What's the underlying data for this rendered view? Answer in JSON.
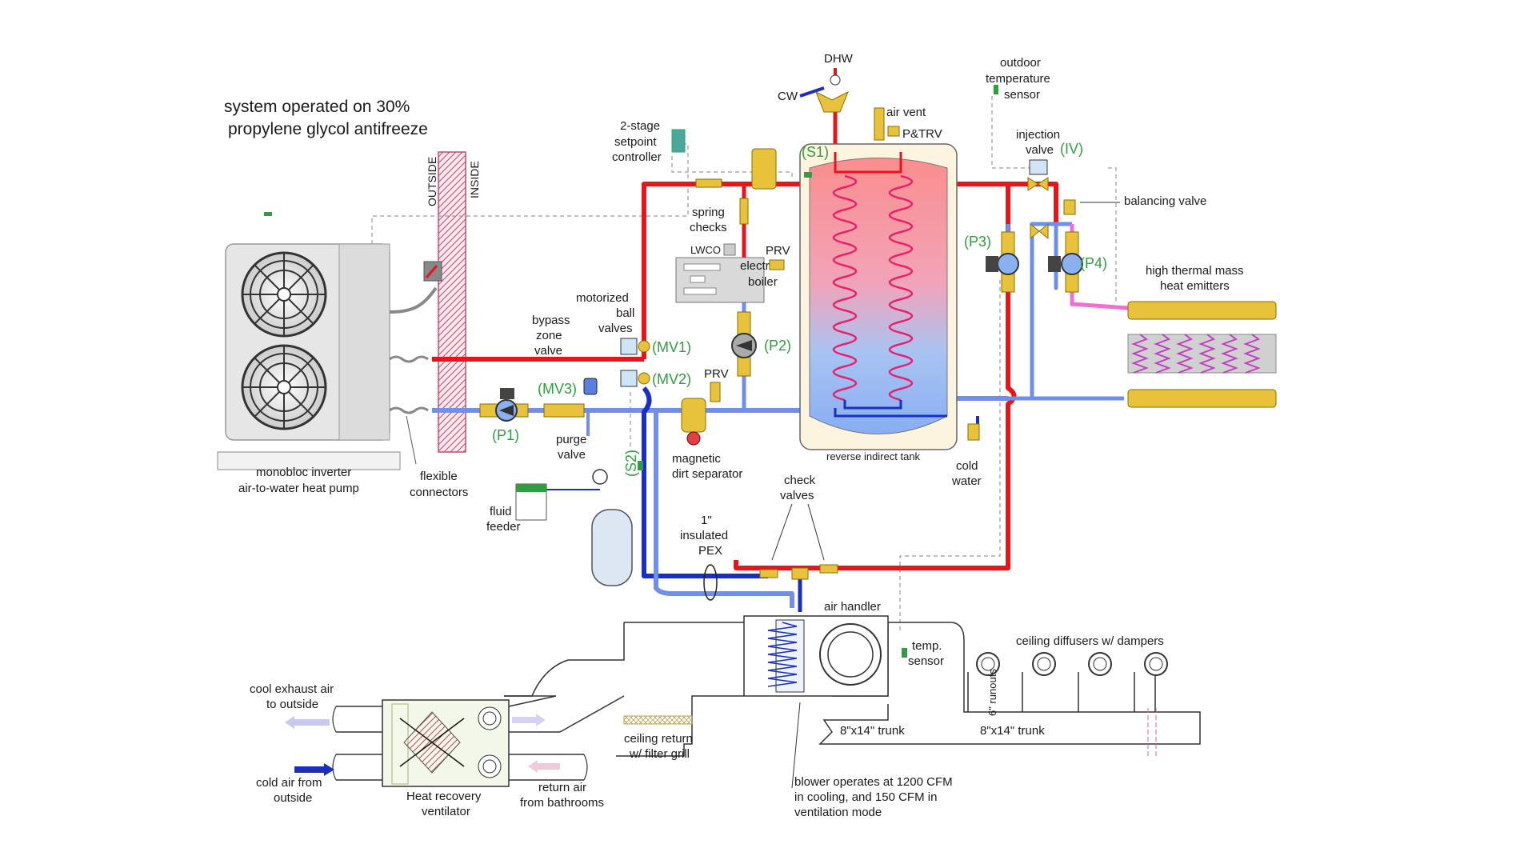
{
  "note": {
    "line1": "system operated on 30%",
    "line2": "propylene glycol antifreeze"
  },
  "wall": {
    "outside": "OUTSIDE",
    "inside": "INSIDE"
  },
  "heat_pump": {
    "line1": "monobloc inverter",
    "line2": "air-to-water heat pump"
  },
  "flexible": {
    "line1": "flexible",
    "line2": "connectors"
  },
  "pump_labels": {
    "p1": "(P1)",
    "p2": "(P2)",
    "p3": "(P3)",
    "p4": "(P4)"
  },
  "valve_labels": {
    "mv1": "(MV1)",
    "mv2": "(MV2)",
    "mv3": "(MV3)",
    "iv": "(IV)"
  },
  "sensor_labels": {
    "s1": "(S1)",
    "s2": "(S2)"
  },
  "purge": {
    "line1": "purge",
    "line2": "valve"
  },
  "bypass": {
    "line1": "bypass",
    "line2": "zone",
    "line3": "valve"
  },
  "motorized": {
    "line1": "motorized",
    "line2": "ball",
    "line3": "valves"
  },
  "controller": {
    "line1": "2-stage",
    "line2": "setpoint",
    "line3": "controller"
  },
  "spring_checks": {
    "line1": "spring",
    "line2": "checks"
  },
  "lwco": "LWCO",
  "prv": "PRV",
  "electric_boiler": {
    "line1": "electric",
    "line2": "boiler"
  },
  "dirt_sep": {
    "line1": "magnetic",
    "line2": "dirt separator"
  },
  "fluid_feeder": {
    "line1": "fluid",
    "line2": "feeder"
  },
  "dhw": "DHW",
  "cw": "CW",
  "air_vent": "air vent",
  "ptrv": "P&TRV",
  "tank": "reverse indirect  tank",
  "cold_water": {
    "line1": "cold",
    "line2": "water"
  },
  "outdoor_sensor": {
    "line1": "outdoor",
    "line2": "temperature",
    "line3": "sensor"
  },
  "injection": {
    "line1": "injection",
    "line2": "valve"
  },
  "balancing": "balancing valve",
  "emitters": {
    "line1": "high thermal mass",
    "line2": "heat emitters"
  },
  "check_valves": {
    "line1": "check",
    "line2": "valves"
  },
  "pex": {
    "line1": "1\"",
    "line2": "insulated",
    "line3": "PEX"
  },
  "air_handler": "air handler",
  "temp_sensor": {
    "line1": "temp.",
    "line2": "sensor"
  },
  "diffusers": "ceiling diffusers w/ dampers",
  "runouts": "6\" runouts",
  "trunk1": "8\"x14\" trunk",
  "trunk2": "8\"x14\" trunk",
  "exhaust": {
    "line1": "cool exhaust air",
    "line2": "to outside"
  },
  "cold_air": {
    "line1": "cold air from",
    "line2": "outside"
  },
  "hrv": {
    "line1": "Heat recovery",
    "line2": "ventilator"
  },
  "return_air": {
    "line1": "return air",
    "line2": "from bathrooms"
  },
  "ceiling_return": {
    "line1": "ceiling return",
    "line2": "w/ filter grill"
  },
  "blower": {
    "line1": "blower operates at 1200 CFM",
    "line2": "in cooling, and 150 CFM in",
    "line3": "ventilation mode"
  },
  "colors": {
    "hot": "#e8141b",
    "cold": "#1a2fbf",
    "cool": "#6f8fef",
    "pink": "#f070d0",
    "brass": "#e8c23a",
    "label_green": "#2e9e3e"
  }
}
